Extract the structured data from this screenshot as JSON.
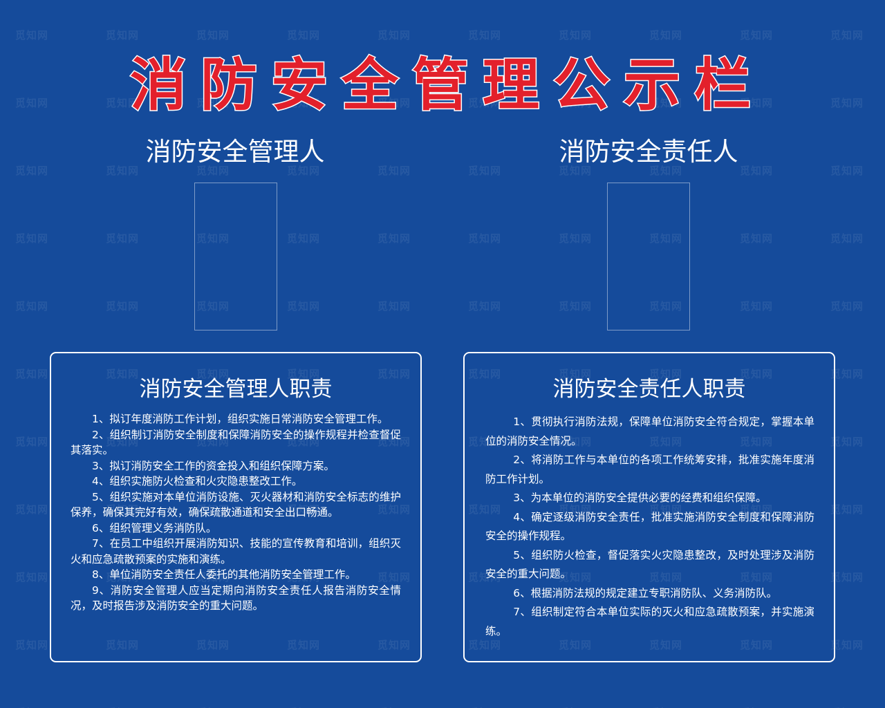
{
  "header": {
    "title": "消防安全管理公示栏"
  },
  "watermark": {
    "text": "觅知网"
  },
  "manager": {
    "heading": "消防安全管理人",
    "duties_title": "消防安全管理人职责",
    "duties": [
      "1、拟订年度消防工作计划，组织实施日常消防安全管理工作。",
      "2、组织制订消防安全制度和保障消防安全的操作规程并检查督促其落实。",
      "3、拟订消防安全工作的资金投入和组织保障方案。",
      "4、组织实施防火检查和火灾隐患整改工作。",
      "5、组织实施对本单位消防设施、灭火器材和消防安全标志的维护保养，确保其完好有效，确保疏散通道和安全出口畅通。",
      "6、组织管理义务消防队。",
      "7、在员工中组织开展消防知识、技能的宣传教育和培训，组织灭火和应急疏散预案的实施和演练。",
      "8、单位消防安全责任人委托的其他消防安全管理工作。",
      "9、消防安全管理人应当定期向消防安全责任人报告消防安全情况，及时报告涉及消防安全的重大问题。"
    ]
  },
  "responsible": {
    "heading": "消防安全责任人",
    "duties_title": "消防安全责任人职责",
    "duties": [
      "1、贯彻执行消防法规，保障单位消防安全符合规定，掌握本单位的消防安全情况。",
      "2、将消防工作与本单位的各项工作统筹安排，批准实施年度消防工作计划。",
      "3、为本单位的消防安全提供必要的经费和组织保障。",
      "4、确定逐级消防安全责任，批准实施消防安全制度和保障消防安全的操作规程。",
      "5、组织防火检查，督促落实火灾隐患整改，及时处理涉及消防安全的重大问题。",
      "6、根据消防法规的规定建立专职消防队、义务消防队。",
      "7、组织制定符合本单位实际的灭火和应急疏散预案，并实施演练。"
    ]
  },
  "colors": {
    "background": "#154b9b",
    "title_fill": "#e3202b",
    "title_outline": "#ffffff",
    "text": "#ffffff"
  }
}
